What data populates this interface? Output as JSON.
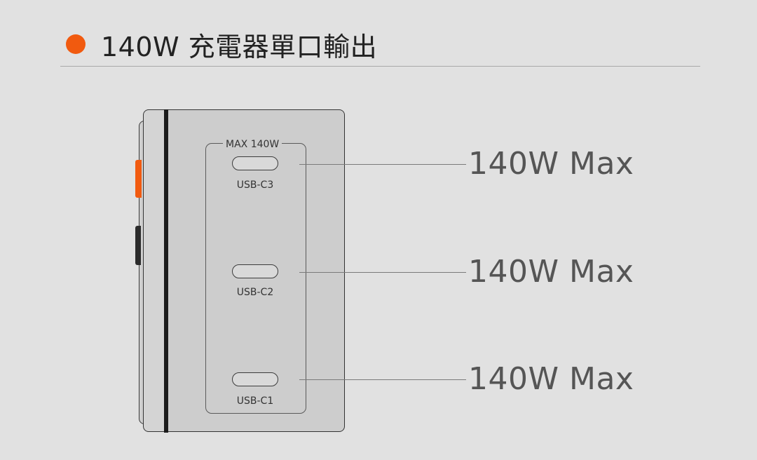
{
  "header": {
    "title": "140W 充電器單口輸出",
    "bullet_color": "#f15a0f"
  },
  "device": {
    "panel_label": "MAX 140W",
    "ports": [
      {
        "label": "USB-C3",
        "callout": "140W Max"
      },
      {
        "label": "USB-C2",
        "callout": "140W Max"
      },
      {
        "label": "USB-C1",
        "callout": "140W Max"
      }
    ],
    "accent_color": "#f15a0f"
  }
}
